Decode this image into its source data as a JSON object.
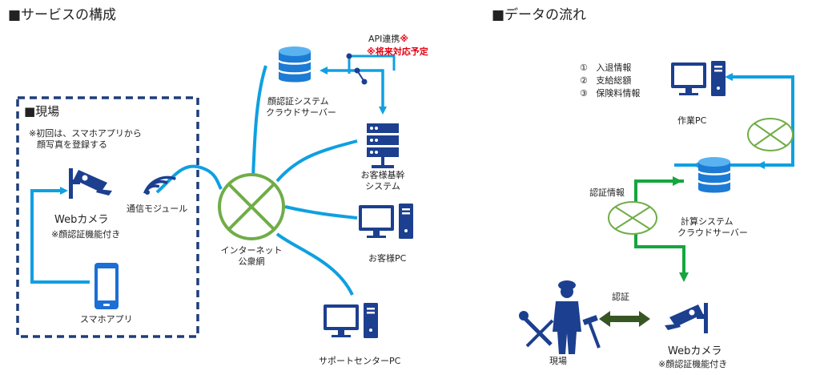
{
  "left": {
    "title": "■サービスの構成",
    "site_box": {
      "title": "■現場",
      "note_line1": "※初回は、スマホアプリから",
      "note_line2": "顔写真を登録する"
    },
    "webcam": {
      "label": "Webカメラ",
      "sub": "※顔認証機能付き"
    },
    "comm_module": "通信モジュール",
    "smartphone": "スマホアプリ",
    "internet": {
      "line1": "インターネット",
      "line2": "公衆網"
    },
    "face_server": {
      "line1": "顔認証システム",
      "line2": "クラウドサーバー"
    },
    "api": {
      "label": "API連携",
      "mark": "※",
      "note": "※将来対応予定"
    },
    "core_system": {
      "line1": "お客様基幹",
      "line2": "システム"
    },
    "customer_pc": "お客様PC",
    "support_pc": "サポートセンターPC"
  },
  "right": {
    "title": "■データの流れ",
    "info_list": [
      {
        "num": "①",
        "text": "入退情報"
      },
      {
        "num": "②",
        "text": "支給総額"
      },
      {
        "num": "③",
        "text": "保険料情報"
      }
    ],
    "work_pc": "作業PC",
    "auth_info": "認証情報",
    "calc_system": {
      "line1": "計算システム",
      "line2": "クラウドサーバー"
    },
    "auth": "認証",
    "site": "現場",
    "webcam": {
      "label": "Webカメラ",
      "sub": "※顔認証機能付き"
    }
  },
  "colors": {
    "dark_blue": "#1f3d7a",
    "navy": "#1c3f8f",
    "light_blue": "#0fa0e0",
    "green": "#16a53f",
    "dark_green": "#375623",
    "circle_green": "#70ad47",
    "red": "#e60012"
  },
  "icons": [
    "camera-icon",
    "wifi-icon",
    "smartphone-icon",
    "database-icon",
    "server-icon",
    "monitor-icon",
    "worker-icon",
    "globe-cross-icon"
  ]
}
